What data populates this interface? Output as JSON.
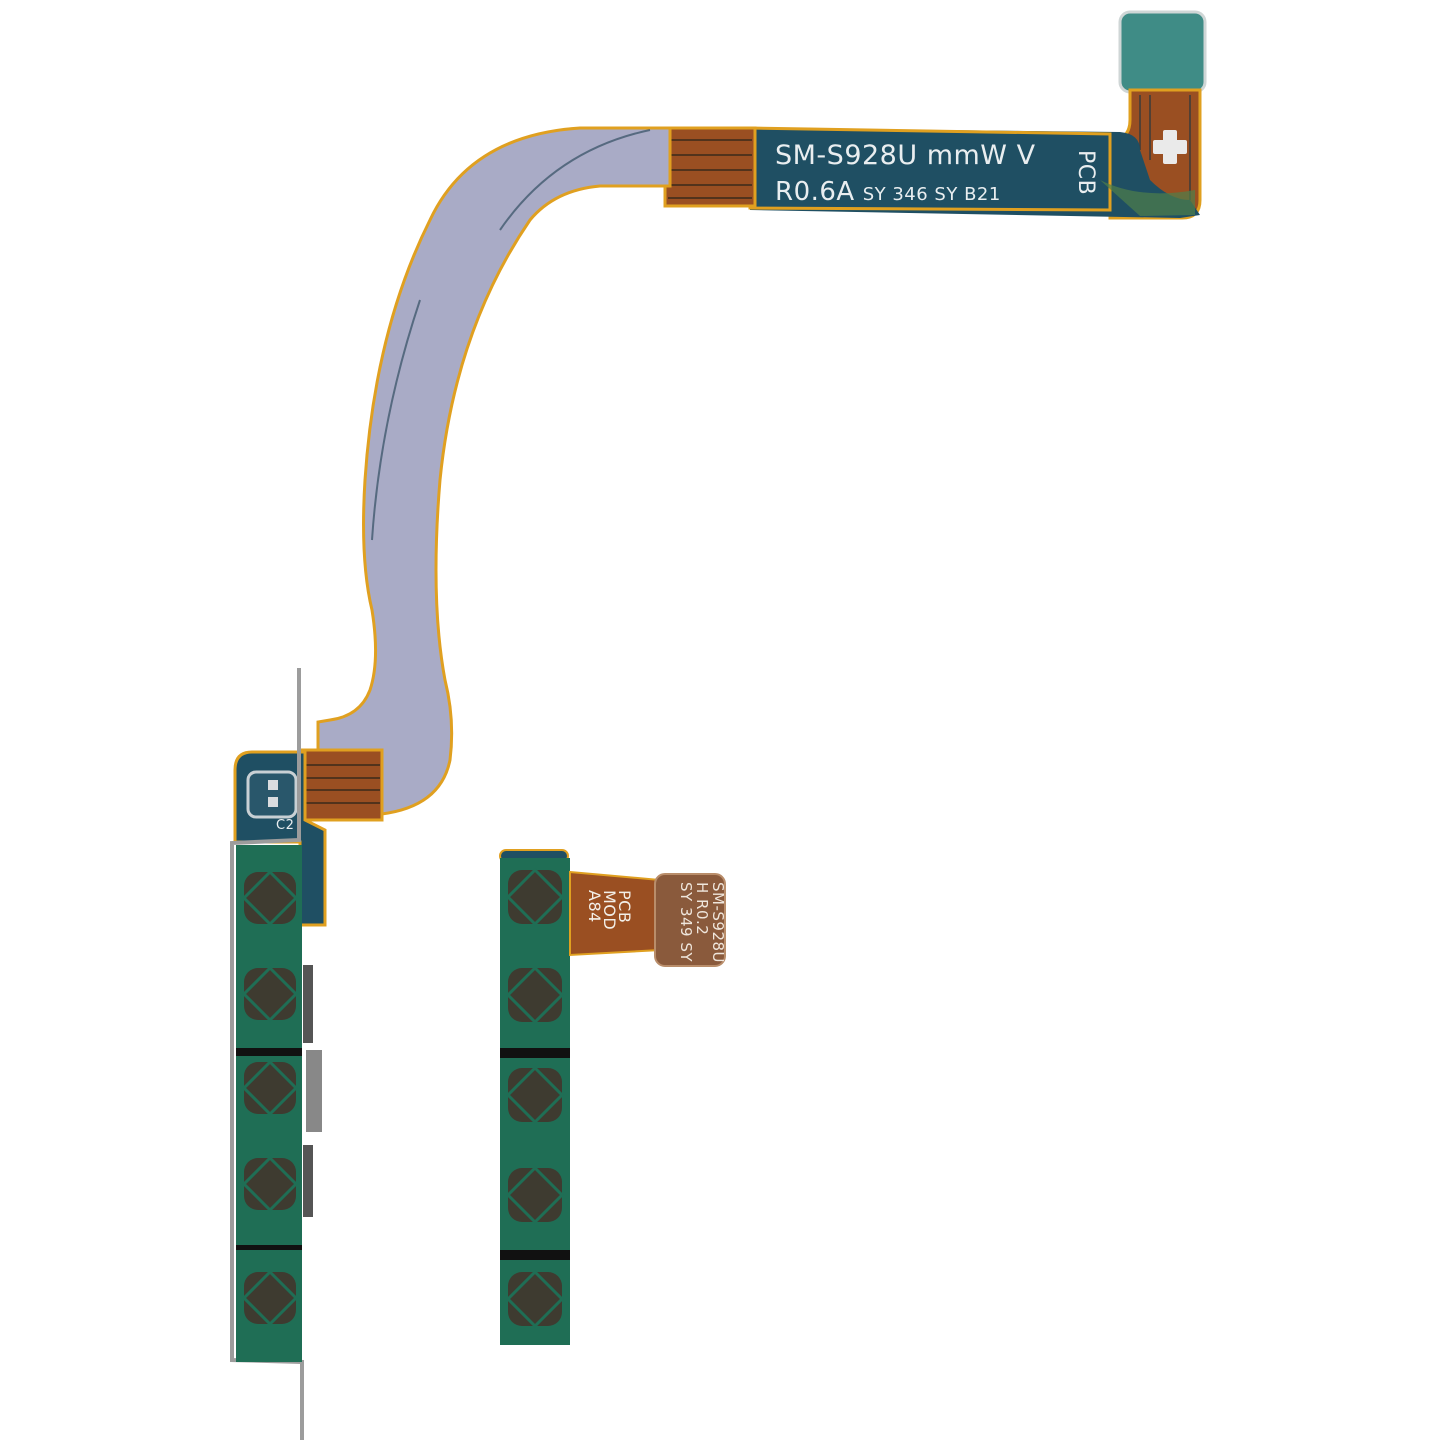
{
  "image": {
    "subject": "mmWave antenna flex cable assembly",
    "background": "#ffffff"
  },
  "main_flex": {
    "line1": "SM-S928U mmW V",
    "line2_main": "R0.6A",
    "line2_small": "SY 346 SY B21",
    "side_label": "PCB"
  },
  "left_module": {
    "component_label": "C2",
    "antenna_count": 5
  },
  "right_module": {
    "label_lines": [
      "PCB",
      "MOD",
      "A84"
    ],
    "connector_label_lines": [
      "SM-S928U",
      "H R0.2",
      "SY 349 SY"
    ],
    "antenna_count": 5
  },
  "colors": {
    "pcb_blue": "#1f4f63",
    "flex_copper": "#9a4f22",
    "flex_edge": "#e0a020",
    "shield_gray": "#a9abc6",
    "antenna_green": "#1f6e55",
    "antenna_patch": "#3e3b30",
    "pad_teal": "#3f8c86",
    "metal": "#b8b8b8"
  }
}
